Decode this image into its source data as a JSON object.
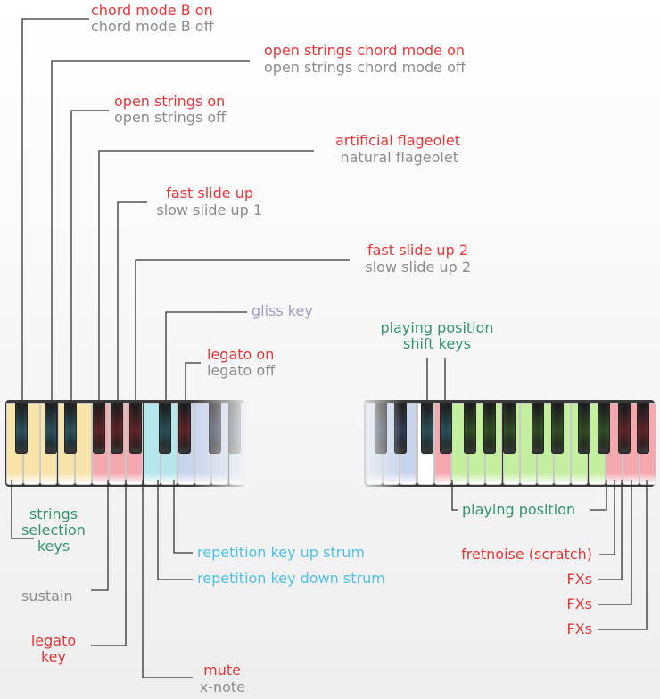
{
  "colors": {
    "strings_selection": "#f8e3a9",
    "sustain_legato": "#f4a9ae",
    "repetition": "#b4e6ec",
    "neutral_blue": "#c8d4ec",
    "playing_position": "#c3ef9e",
    "fx": "#f4a9ae",
    "label_red": "#e2383a",
    "label_gray": "#8c8c8c",
    "label_green": "#34956a",
    "label_cyan": "#52c0e3",
    "label_lavender": "#9d9dc9"
  },
  "labels": {
    "chord_b_on": "chord mode B on",
    "chord_b_off": "chord mode B off",
    "open_chord_on": "open strings chord mode on",
    "open_chord_off": "open strings chord mode off",
    "open_on": "open strings on",
    "open_off": "open strings off",
    "artificial": "artificial flageolet",
    "natural": "natural flageolet",
    "fast_up": "fast slide up",
    "slow_up1": "slow slide up 1",
    "fast_up2": "fast slide up 2",
    "slow_up2": "slow slide up 2",
    "gliss": "gliss key",
    "legato_on": "legato on",
    "legato_off": "legato off",
    "pp_shift_1": "playing position",
    "pp_shift_2": "shift keys",
    "strings_1": "strings",
    "strings_2": "selection",
    "strings_3": "keys",
    "sustain": "sustain",
    "legato_key_1": "legato",
    "legato_key_2": "key",
    "mute": "mute",
    "xnote": "x-note",
    "rep_up": "repetition key up strum",
    "rep_down": "repetition key down strum",
    "playing_position": "playing position",
    "fretnoise": "fretnoise (scratch)",
    "fx1": "FXs",
    "fx2": "FXs",
    "fx3": "FXs"
  }
}
